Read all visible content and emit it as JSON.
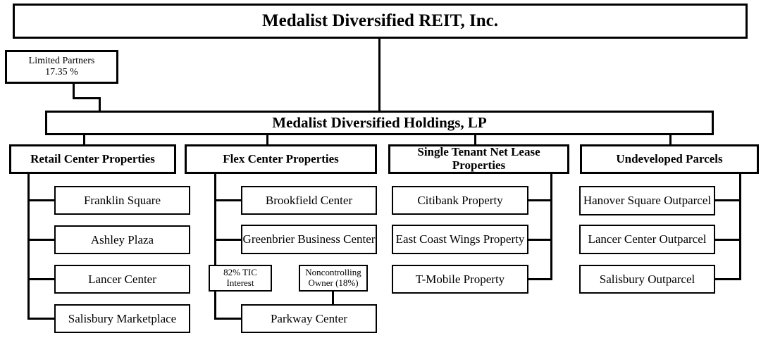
{
  "org_chart": {
    "parent": {
      "label": "Medalist Diversified REIT, Inc."
    },
    "limited_partners": {
      "lines": [
        "Limited Partners",
        "17.35 %"
      ]
    },
    "holdings": {
      "label": "Medalist Diversified Holdings, LP"
    },
    "groups": [
      {
        "header": "Retail Center Properties",
        "children": [
          "Franklin Square",
          "Ashley Plaza",
          "Lancer Center",
          "Salisbury Marketplace"
        ]
      },
      {
        "header": "Flex Center Properties",
        "children": [
          "Brookfield Center",
          "Greenbrier Business Center",
          "Parkway Center"
        ],
        "tic_note": {
          "lines": [
            "82% TIC",
            "Interest"
          ]
        },
        "noncontrolling_note": {
          "lines": [
            "Noncontrolling",
            "Owner (18%)"
          ]
        }
      },
      {
        "header": "Single Tenant Net Lease Properties",
        "children": [
          "Citibank Property",
          "East Coast Wings Property",
          "T-Mobile Property"
        ]
      },
      {
        "header": "Undeveloped Parcels",
        "children": [
          "Hanover Square Outparcel",
          "Lancer Center Outparcel",
          "Salisbury Outparcel"
        ]
      }
    ],
    "colors": {
      "line": "#000000",
      "box_fill": "#ffffff",
      "text": "#000000"
    }
  }
}
